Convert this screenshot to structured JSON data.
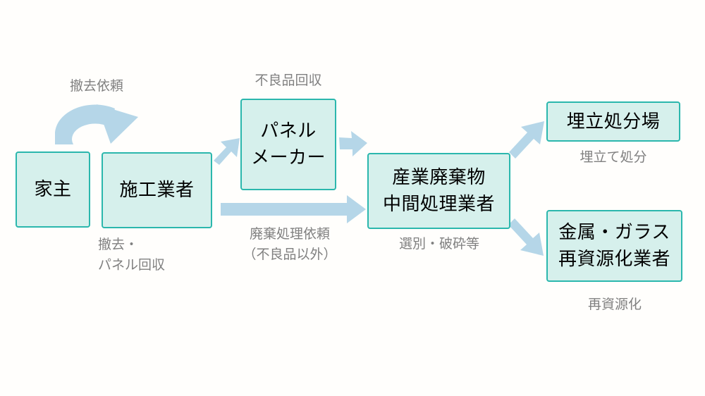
{
  "diagram": {
    "title_present": false,
    "colors": {
      "box_fill": "#d6f0ec",
      "box_border": "#2bb7ad",
      "arrow": "#b5d6e8",
      "caption_text": "#808080",
      "node_text": "#000000",
      "background": "#fffefc"
    },
    "nodes": [
      {
        "id": "homeowner",
        "label_lines": [
          "家主"
        ]
      },
      {
        "id": "contractor",
        "label_lines": [
          "施工業者"
        ]
      },
      {
        "id": "panel_maker",
        "label_lines": [
          "パネル",
          "メーカー"
        ]
      },
      {
        "id": "waste_processor",
        "label_lines": [
          "産業廃棄物",
          "中間処理業者"
        ]
      },
      {
        "id": "landfill",
        "label_lines": [
          "埋立処分場"
        ]
      },
      {
        "id": "recycler",
        "label_lines": [
          "金属・ガラス",
          "再資源化業者"
        ]
      }
    ],
    "captions": [
      {
        "id": "removal_request",
        "lines": [
          "撤去依頼"
        ]
      },
      {
        "id": "defect_collection",
        "lines": [
          "不良品回収"
        ]
      },
      {
        "id": "removal_panel_collection",
        "lines": [
          "撤去・",
          "パネル回収"
        ]
      },
      {
        "id": "disposal_request",
        "lines": [
          "廃棄処理依頼",
          "（不良品以外）"
        ]
      },
      {
        "id": "sorting_crushing",
        "lines": [
          "選別・破砕等"
        ]
      },
      {
        "id": "landfill_disposal",
        "lines": [
          "埋立て処分"
        ]
      },
      {
        "id": "recycling",
        "lines": [
          "再資源化"
        ]
      }
    ],
    "arrows": [
      {
        "id": "homeowner-to-contractor",
        "kind": "curved"
      },
      {
        "id": "contractor-to-panel-maker",
        "kind": "diagonal-up"
      },
      {
        "id": "panel-maker-to-waste-processor",
        "kind": "diagonal-down"
      },
      {
        "id": "contractor-to-waste-processor",
        "kind": "straight-right"
      },
      {
        "id": "waste-processor-to-landfill",
        "kind": "diagonal-up"
      },
      {
        "id": "waste-processor-to-recycler",
        "kind": "diagonal-down"
      }
    ]
  }
}
